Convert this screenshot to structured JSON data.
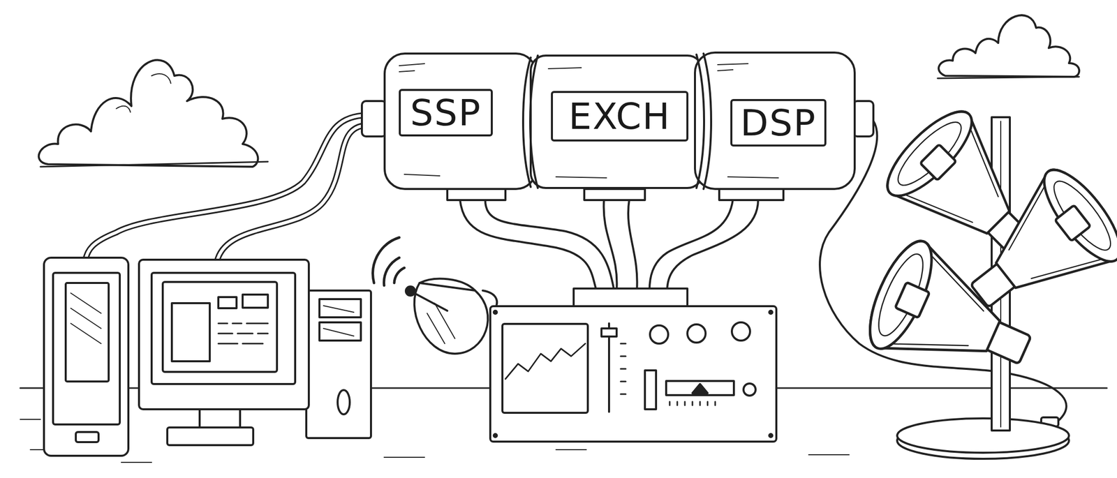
{
  "diagram": {
    "nodes": [
      {
        "text": [
          "SSP"
        ]
      },
      {
        "text": [
          "EXCH"
        ]
      },
      {
        "text": [
          "DSP"
        ]
      }
    ]
  }
}
